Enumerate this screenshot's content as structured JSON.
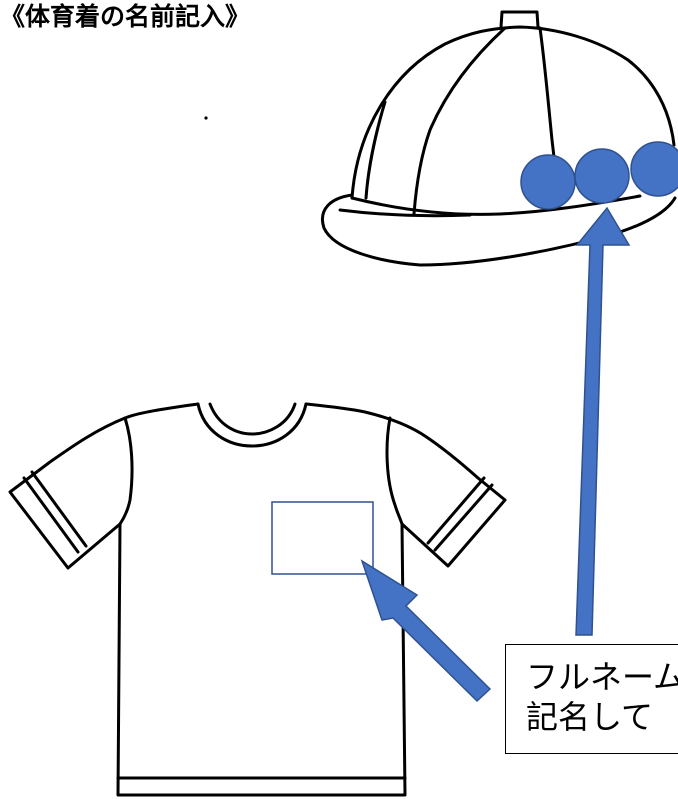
{
  "title": "《体育着の名前記入》",
  "label": {
    "line1": "フルネーム",
    "line2": "記名して"
  },
  "colors": {
    "accent": "#4472c4",
    "accent_border": "#2f528f",
    "outline": "#000000",
    "background": "#ffffff"
  },
  "items": {
    "cap": "cap-illustration",
    "shirt": "tshirt-illustration"
  }
}
